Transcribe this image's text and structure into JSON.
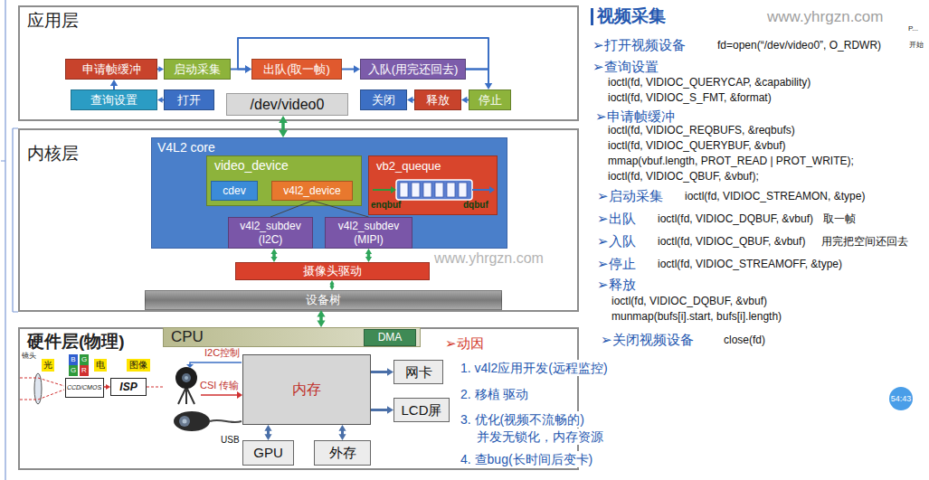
{
  "diagram": {
    "title": "视频采集",
    "nodes": [
      {
        "text": [
          "应用层"
        ]
      },
      {
        "text": [
          "申请帧缓冲"
        ],
        "in": 0
      },
      {
        "text": [
          "启动采集"
        ],
        "in": 0
      },
      {
        "text": [
          "出队(取一帧)"
        ],
        "in": 0
      },
      {
        "text": [
          "入队(用完还回去)"
        ],
        "in": 0
      },
      {
        "text": [
          "查询设置"
        ],
        "in": 0
      },
      {
        "text": [
          "打开"
        ],
        "in": 0
      },
      {
        "text": [
          "/dev/video0"
        ],
        "in": 0
      },
      {
        "text": [
          "关闭"
        ],
        "in": 0
      },
      {
        "text": [
          "释放"
        ],
        "in": 0
      },
      {
        "text": [
          "停止"
        ],
        "in": 0
      },
      {
        "text": [
          "内核层"
        ]
      },
      {
        "text": [
          "V4L2 core"
        ],
        "in": 11
      },
      {
        "text": [
          "video_device"
        ],
        "in": 12
      },
      {
        "text": [
          "cdev"
        ],
        "in": 13
      },
      {
        "text": [
          "v4l2_device"
        ],
        "in": 13
      },
      {
        "text": [
          "vb2_queque",
          "enqbuf",
          "dqbuf"
        ],
        "in": 12
      },
      {
        "text": [
          "v4l2_subdev (I2C)"
        ],
        "in": 12
      },
      {
        "text": [
          "v4l2_subdev (MIPI)"
        ],
        "in": 12
      },
      {
        "text": [
          "摄像头驱动"
        ],
        "in": 11
      },
      {
        "text": [
          "设备树"
        ],
        "in": 11
      },
      {
        "text": [
          "硬件层(物理)"
        ]
      },
      {
        "text": [
          "CPU"
        ],
        "in": 21
      },
      {
        "text": [
          "DMA"
        ],
        "in": 22
      },
      {
        "text": [
          "内存"
        ],
        "in": 21
      },
      {
        "text": [
          "网卡"
        ],
        "in": 21
      },
      {
        "text": [
          "LCD屏"
        ],
        "in": 21
      },
      {
        "text": [
          "GPU"
        ],
        "in": 21
      },
      {
        "text": [
          "外存"
        ],
        "in": 21
      },
      {
        "text": [
          "光"
        ],
        "in": 21
      },
      {
        "text": [
          "B"
        ],
        "in": 21
      },
      {
        "text": [
          "G"
        ],
        "in": 21
      },
      {
        "text": [
          "G"
        ],
        "in": 21
      },
      {
        "text": [
          "R"
        ],
        "in": 21
      },
      {
        "text": [
          "电"
        ],
        "in": 21
      },
      {
        "text": [
          "图像"
        ],
        "in": 21
      },
      {
        "text": [
          "CCD/CMOS"
        ],
        "in": 21
      },
      {
        "text": [
          "ISP"
        ],
        "in": 21
      },
      {
        "text": [
          "54:43"
        ]
      }
    ],
    "edges": [
      {
        "from": 6,
        "to": 5,
        "arrow": "to"
      },
      {
        "from": 5,
        "to": 1,
        "arrow": "to"
      },
      {
        "from": 1,
        "to": 2,
        "arrow": "to"
      },
      {
        "from": 2,
        "to": 3,
        "arrow": "to"
      },
      {
        "from": 3,
        "to": 4,
        "arrow": "to"
      },
      {
        "from": 4,
        "to": 3,
        "arrow": "to"
      },
      {
        "from": 4,
        "to": 10,
        "arrow": "to"
      },
      {
        "from": 10,
        "to": 9,
        "arrow": "to"
      },
      {
        "from": 9,
        "to": 8,
        "arrow": "to"
      },
      {
        "from": 7,
        "to": 12,
        "arrow": "both"
      },
      {
        "from": 15,
        "to": 17,
        "arrow": "none"
      },
      {
        "from": 15,
        "to": 18,
        "arrow": "none"
      },
      {
        "from": 17,
        "to": 19,
        "arrow": "both"
      },
      {
        "from": 18,
        "to": 19,
        "arrow": "both"
      },
      {
        "from": 19,
        "to": 20,
        "arrow": "both"
      },
      {
        "from": 20,
        "to": 22,
        "arrow": "both"
      },
      {
        "from": 24,
        "to": 25,
        "arrow": "to"
      },
      {
        "from": 24,
        "to": 26,
        "arrow": "to"
      },
      {
        "from": 27,
        "to": 24,
        "arrow": "both"
      },
      {
        "from": 28,
        "to": 24,
        "arrow": "both"
      },
      {
        "from": 36,
        "to": 37,
        "arrow": "to"
      }
    ],
    "labels": [
      "www.yhrgzn.com",
      "P...",
      "开始",
      "➢打开视频设备",
      "fd=open(“/dev/video0”, O_RDWR)",
      "➢查询设置",
      "ioctl(fd, VIDIOC_QUERYCAP, &capability)",
      "ioctl(fd, VIDIOC_S_FMT, &format)",
      "➢申请帧缓冲",
      "ioctl(fd, VIDIOC_REQBUFS, &reqbufs)",
      "ioctl(fd, VIDIOC_QUERYBUF, &vbuf)",
      "mmap(vbuf.length, PROT_READ | PROT_WRITE);",
      "ioctl(fd, VIDIOC_QBUF, &vbuf);",
      "➢启动采集",
      "ioctl(fd, VIDIOC_STREAMON, &type)",
      "➢出队",
      "ioctl(fd, VIDIOC_DQBUF, &vbuf)",
      "取一帧",
      "➢入队",
      "ioctl(fd, VIDIOC_QBUF, &vbuf)",
      "用完把空间还回去",
      "➢停止",
      "ioctl(fd, VIDIOC_STREAMOFF, &type)",
      "➢释放",
      "ioctl(fd, VIDIOC_DQBUF, &vbuf)",
      "munmap(bufs[i].start, bufs[i].length)",
      "➢关闭视频设备",
      "close(fd)",
      "www.yhrgzn.com",
      "➢动因",
      "1. v4l2应用开发(远程监控)",
      "2. 移植 驱动",
      "3. 优化(视频不流畅的)",
      "并发无锁化，内存资源",
      "4. 查bug(长时间后变卡)",
      "I2C控制",
      "CSI 传输",
      "USB",
      "镜头"
    ]
  }
}
